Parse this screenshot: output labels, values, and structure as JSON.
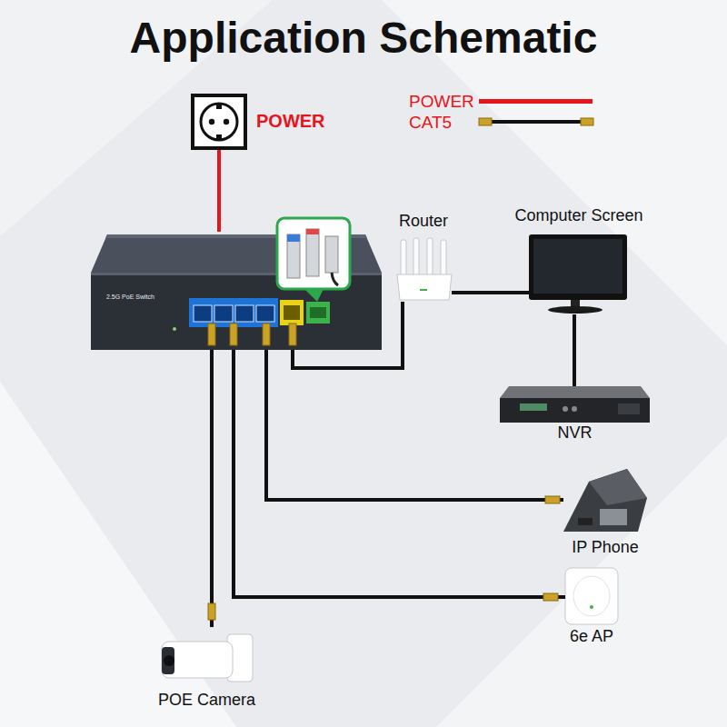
{
  "diagram": {
    "title": "Application Schematic",
    "nodes": [
      {
        "text": [
          "POWER"
        ]
      },
      {
        "text": [
          "2.5G PoE Switch"
        ]
      },
      {
        "text": [
          "Router"
        ]
      },
      {
        "text": [
          "Computer Screen"
        ]
      },
      {
        "text": [
          "NVR"
        ]
      },
      {
        "text": [
          "IP Phone"
        ]
      },
      {
        "text": [
          "6e AP"
        ]
      },
      {
        "text": [
          "POE Camera"
        ]
      }
    ],
    "edges": [
      {
        "from": 0,
        "to": 1,
        "arrow": "none"
      },
      {
        "from": 1,
        "to": 2,
        "arrow": "none"
      },
      {
        "from": 2,
        "to": 3,
        "arrow": "none"
      },
      {
        "from": 3,
        "to": 4,
        "arrow": "none"
      },
      {
        "from": 1,
        "to": 5,
        "arrow": "none"
      },
      {
        "from": 1,
        "to": 6,
        "arrow": "none"
      },
      {
        "from": 1,
        "to": 7,
        "arrow": "none"
      }
    ],
    "legend": [
      {
        "text": "POWER",
        "color": "#e8141b"
      },
      {
        "text": "CAT5"
      }
    ]
  }
}
